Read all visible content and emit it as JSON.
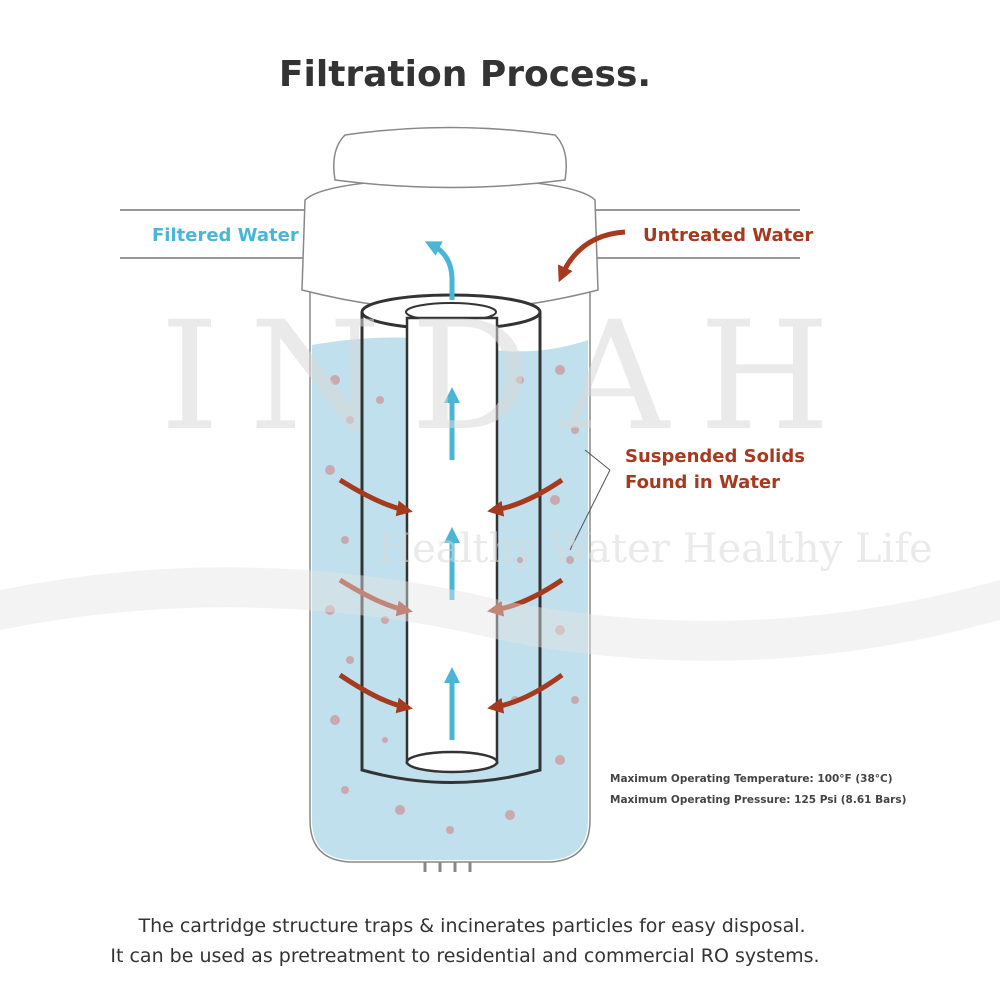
{
  "title": "Filtration Process.",
  "labels": {
    "filtered_water": "Filtered Water",
    "untreated_water": "Untreated Water",
    "suspended_solids_line1": "Suspended Solids",
    "suspended_solids_line2": "Found in Water"
  },
  "specs": {
    "temperature": "Maximum Operating Temperature: 100°F (38°C)",
    "pressure": "Maximum Operating Pressure: 125 Psi (8.61 Bars)"
  },
  "caption": {
    "line1": "The cartridge structure traps & incinerates particles for easy disposal.",
    "line2": "It can be used as pretreatment to residential and commercial RO systems."
  },
  "watermark": {
    "brand": "INDAH",
    "tagline": "Healthy Water Healthy Life"
  },
  "colors": {
    "filtered": "#4ab6d6",
    "untreated": "#a63a1f",
    "water": "#bfe0ec",
    "particles": "#c9a9ae"
  }
}
